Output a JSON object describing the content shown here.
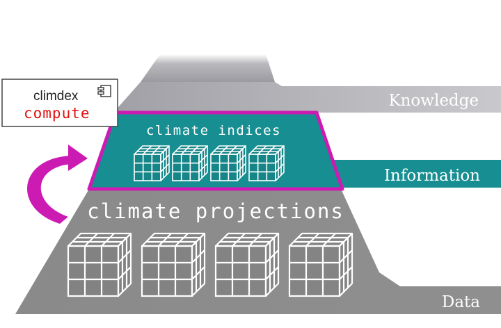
{
  "levels": {
    "knowledge": {
      "label": "Knowledge"
    },
    "information": {
      "label": "Information"
    },
    "data": {
      "label": "Data"
    }
  },
  "tiers": {
    "top_label": "climate indices",
    "bottom_label": "climate projections"
  },
  "tool": {
    "name": "climdex",
    "action": "compute",
    "icon": "component-icon"
  },
  "counts": {
    "index_cubes": 4,
    "projection_cubes": 4
  },
  "colors": {
    "teal": "#178e91",
    "magenta": "#cc1bb3",
    "gray": "#7d7d7d",
    "compute_red": "#e01010"
  }
}
